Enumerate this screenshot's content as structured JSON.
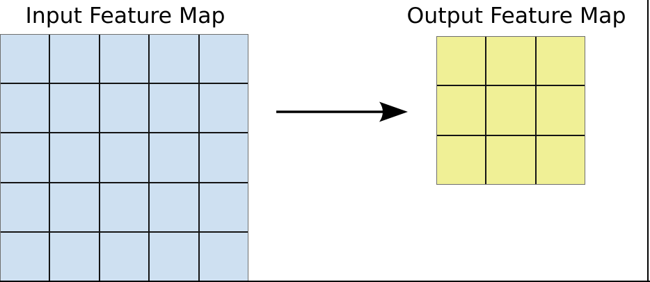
{
  "page": {
    "background": "#ffffff",
    "frame_border_color": "#000000"
  },
  "input_map": {
    "title": "Input Feature Map",
    "rows": 5,
    "cols": 5,
    "cell_color": "#cee0f1",
    "line_color": "#141414",
    "outer_border_color": "#6e6e6e"
  },
  "output_map": {
    "title": "Output Feature Map",
    "rows": 3,
    "cols": 3,
    "cell_color": "#f0f096",
    "line_color": "#141414",
    "outer_border_color": "#6e6e6e"
  },
  "arrow": {
    "direction": "right",
    "color": "#000000"
  }
}
